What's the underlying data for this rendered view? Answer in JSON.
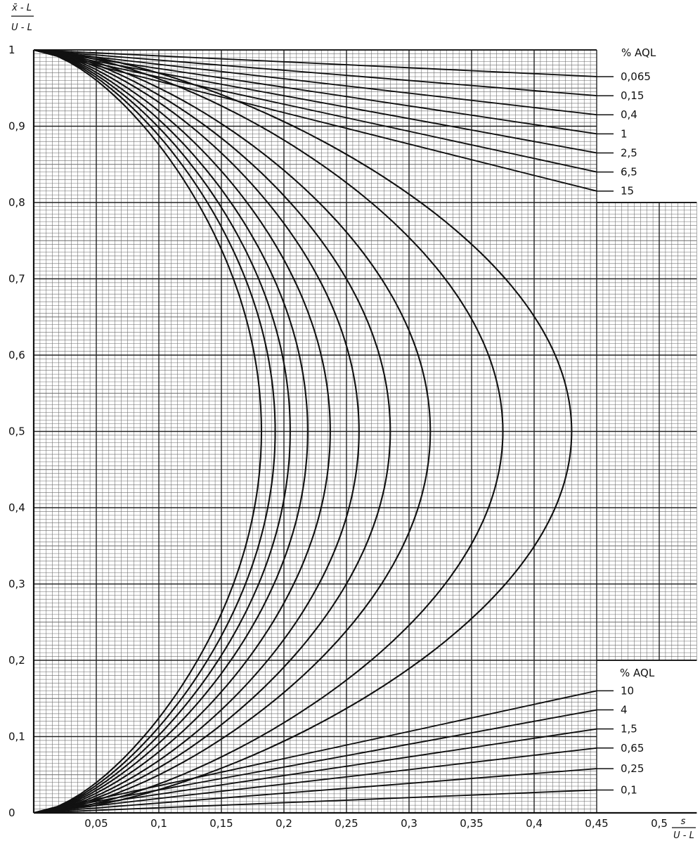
{
  "chart_data": {
    "type": "line",
    "title": "",
    "y_axis_label": {
      "numerator": "x̄ - L",
      "denominator": "U - L"
    },
    "x_axis_label": {
      "numerator": "s",
      "denominator": "U - L"
    },
    "xlim": [
      0,
      0.55
    ],
    "ylim": [
      0,
      1
    ],
    "grid": true,
    "x_ticks": [
      0.05,
      0.1,
      0.15,
      0.2,
      0.25,
      0.3,
      0.35,
      0.4,
      0.45,
      0.5
    ],
    "x_tick_labels": [
      "0,05",
      "0,1",
      "0,15",
      "0,2",
      "0,25",
      "0,3",
      "0,35",
      "0,4",
      "0,45",
      "0,5"
    ],
    "y_ticks": [
      0,
      0.1,
      0.2,
      0.3,
      0.4,
      0.5,
      0.6,
      0.7,
      0.8,
      0.9,
      1
    ],
    "y_tick_labels": [
      "0",
      "0,1",
      "0,2",
      "0,3",
      "0,4",
      "0,5",
      "0,6",
      "0,7",
      "0,8",
      "0,9",
      "1"
    ],
    "upper_legend": {
      "title": "% AQL",
      "placement": "top-right",
      "entries": [
        "0,065",
        "0,15",
        "0,4",
        "1",
        "2,5",
        "6,5",
        "15"
      ]
    },
    "lower_legend": {
      "title": "% AQL",
      "placement": "bottom-right",
      "entries": [
        "10",
        "4",
        "1,5",
        "0,65",
        "0,25",
        "0,1"
      ]
    },
    "acceptance_curves": [
      {
        "s_max": 0.182
      },
      {
        "s_max": 0.193
      },
      {
        "s_max": 0.205
      },
      {
        "s_max": 0.219
      },
      {
        "s_max": 0.237
      },
      {
        "s_max": 0.26
      },
      {
        "s_max": 0.285
      },
      {
        "s_max": 0.317
      },
      {
        "s_max": 0.375
      },
      {
        "s_max": 0.43
      }
    ],
    "upper_lines": [
      {
        "aql": "0,065",
        "end": [
          0.45,
          0.965
        ]
      },
      {
        "aql": "0,15",
        "end": [
          0.45,
          0.94
        ]
      },
      {
        "aql": "0,4",
        "end": [
          0.45,
          0.915
        ]
      },
      {
        "aql": "1",
        "end": [
          0.45,
          0.89
        ]
      },
      {
        "aql": "2,5",
        "end": [
          0.45,
          0.865
        ]
      },
      {
        "aql": "6,5",
        "end": [
          0.45,
          0.84
        ]
      },
      {
        "aql": "15",
        "end": [
          0.45,
          0.815
        ]
      }
    ],
    "lower_lines": [
      {
        "aql": "10",
        "end": [
          0.45,
          0.16
        ]
      },
      {
        "aql": "4",
        "end": [
          0.45,
          0.135
        ]
      },
      {
        "aql": "1,5",
        "end": [
          0.45,
          0.11
        ]
      },
      {
        "aql": "0,65",
        "end": [
          0.45,
          0.085
        ]
      },
      {
        "aql": "0,25",
        "end": [
          0.45,
          0.058
        ]
      },
      {
        "aql": "0,1",
        "end": [
          0.45,
          0.03
        ]
      }
    ],
    "colors": {
      "ink": "#111111",
      "grid_major": "#222222",
      "grid_minor": "#6a6a6a",
      "background": "#ffffff"
    }
  }
}
